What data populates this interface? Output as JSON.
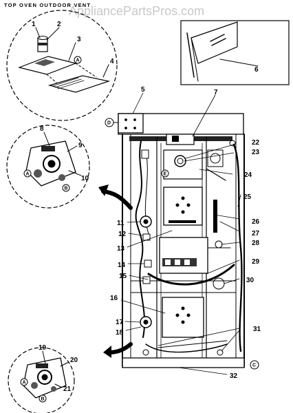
{
  "watermark": "AppliancePartsPros.com",
  "header": "TOP OVEN OUTDOOR VENT",
  "callouts": [
    "1",
    "2",
    "3",
    "4",
    "5",
    "6",
    "7",
    "8",
    "9",
    "10",
    "11",
    "12",
    "13",
    "14",
    "15",
    "16",
    "17",
    "18",
    "19",
    "20",
    "21",
    "22",
    "23",
    "24",
    "25",
    "26",
    "27",
    "28",
    "29",
    "30",
    "31",
    "32"
  ],
  "markers": {
    "A": "A",
    "B": "B",
    "C": "C",
    "D": "D",
    "E": "E"
  }
}
